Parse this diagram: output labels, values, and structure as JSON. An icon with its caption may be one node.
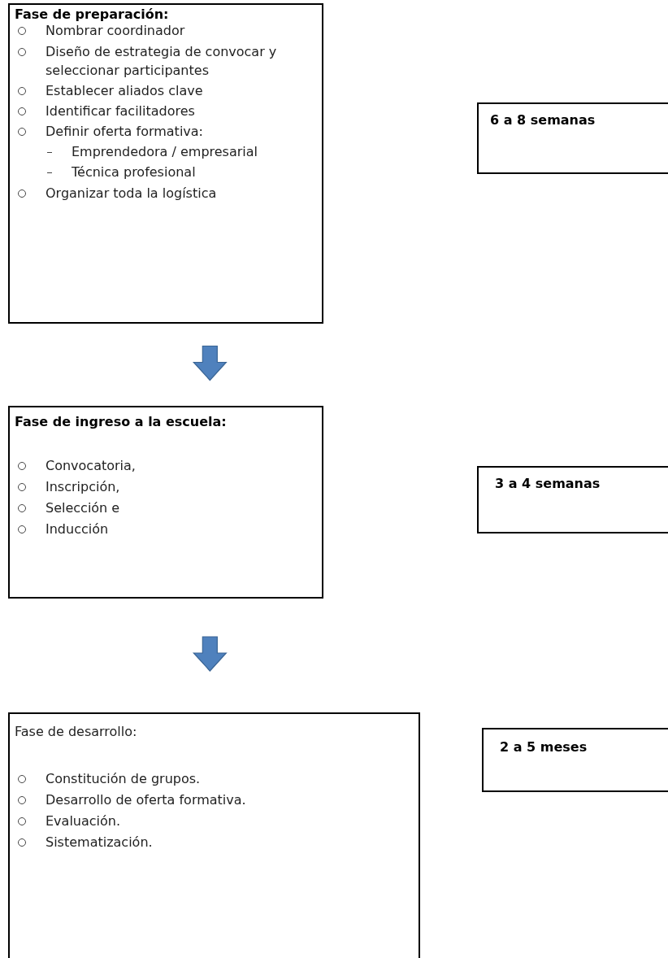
{
  "diagram": {
    "nodes": [
      {
        "text": [
          "Fase de preparación:",
          "Nombrar coordinador",
          "Diseño de estrategia de convocar y seleccionar participantes",
          "Establecer aliados clave",
          "Identificar facilitadores",
          "Definir oferta formativa:",
          "Emprendedora / empresarial",
          "Técnica profesional",
          "Organizar toda la logística"
        ]
      },
      {
        "text": [
          "6 a 8 semanas"
        ]
      },
      {
        "text": [
          "Fase de ingreso a la escuela:",
          "Convocatoria,",
          "Inscripción,",
          "Selección e",
          "Inducción"
        ]
      },
      {
        "text": [
          "3 a 4 semanas"
        ]
      },
      {
        "text": [
          "Fase de desarrollo:",
          "Constitución de grupos.",
          "Desarrollo de oferta formativa.",
          "Evaluación.",
          "Sistematización."
        ]
      },
      {
        "text": [
          "2 a 5 meses"
        ]
      }
    ],
    "edges": [
      {
        "from": 0,
        "to": 2,
        "arrow": "to"
      },
      {
        "from": 2,
        "to": 4,
        "arrow": "to"
      }
    ]
  }
}
